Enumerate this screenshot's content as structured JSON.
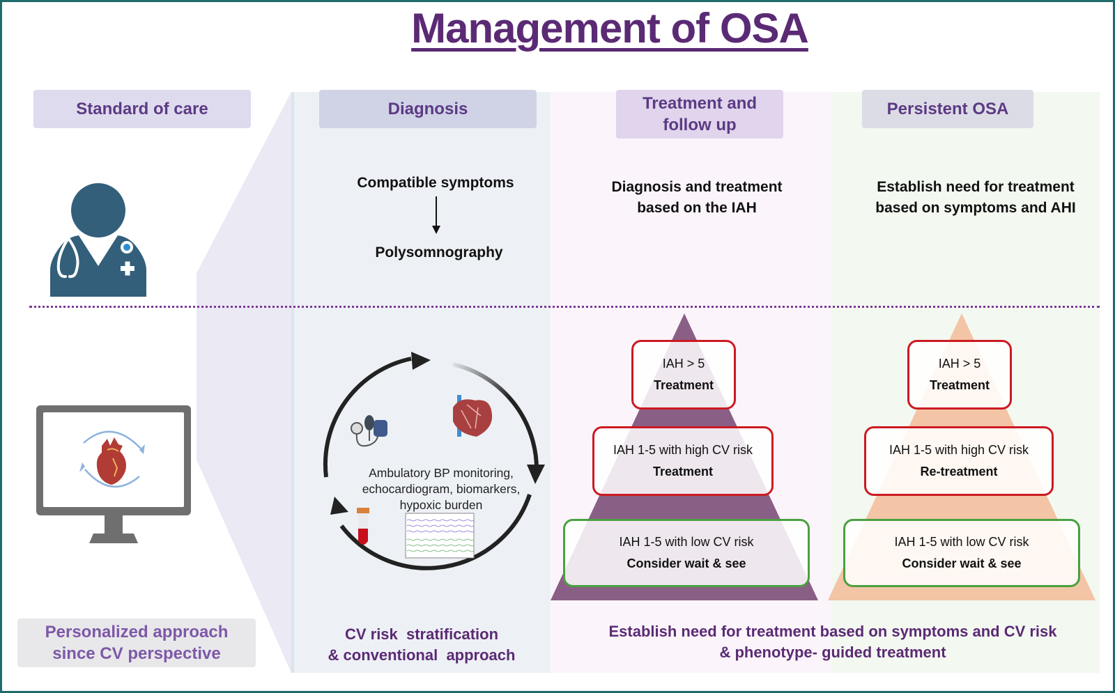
{
  "title": "Management of OSA",
  "headers": {
    "standard_of_care": "Standard of care",
    "diagnosis": "Diagnosis",
    "treatment_followup": "Treatment and follow up",
    "persistent_osa": "Persistent OSA"
  },
  "standard_row": {
    "diagnosis": {
      "step1": "Compatible symptoms",
      "step2": "Polysomnography"
    },
    "treatment": {
      "line1": "Diagnosis and treatment",
      "line2": "based on the IAH"
    },
    "persistent": {
      "line1": "Establish need for treatment",
      "line2": "based on symptoms and AHI"
    }
  },
  "personalized_row": {
    "label_line1": "Personalized approach",
    "label_line2": "since CV perspective",
    "cycle": {
      "line1": "Ambulatory BP monitoring,",
      "line2": "echocardiogram, biomarkers,",
      "line3": "hypoxic burden"
    },
    "diagnosis_caption_line1": "CV risk  stratification",
    "diagnosis_caption_line2": "& conventional  approach",
    "treatment_caption_line1": "Establish need for treatment based on symptoms and CV risk",
    "treatment_caption_line2": "& phenotype- guided treatment",
    "treatment_pyramid": [
      {
        "criteria": "IAH > 5",
        "action": "Treatment",
        "level": "high"
      },
      {
        "criteria": "IAH 1-5 with high CV risk",
        "action": "Treatment",
        "level": "high"
      },
      {
        "criteria": "IAH 1-5 with low CV risk",
        "action": "Consider wait & see",
        "level": "low"
      }
    ],
    "persistent_pyramid": [
      {
        "criteria": "IAH > 5",
        "action": "Treatment",
        "level": "high"
      },
      {
        "criteria": "IAH 1-5 with high CV risk",
        "action": "Re-treatment",
        "level": "high"
      },
      {
        "criteria": "IAH 1-5 with low CV risk",
        "action": "Consider wait & see",
        "level": "low"
      }
    ]
  },
  "icons": {
    "doctor": "doctor-icon",
    "monitor": "monitor-heart-icon",
    "bp_cuff": "blood-pressure-cuff-icon",
    "heart": "heart-anatomy-icon",
    "blood_tube": "blood-tube-icon",
    "eeg": "eeg-chart-icon"
  },
  "colors": {
    "title": "#5b2a74",
    "treatment_pyramid": "#8a5f86",
    "persistent_pyramid": "#f3c4a6",
    "high_risk_border": "#cc1a22",
    "low_risk_border": "#4aa040",
    "doctor_icon": "#335f7a",
    "frame": "#1f6b6b"
  }
}
